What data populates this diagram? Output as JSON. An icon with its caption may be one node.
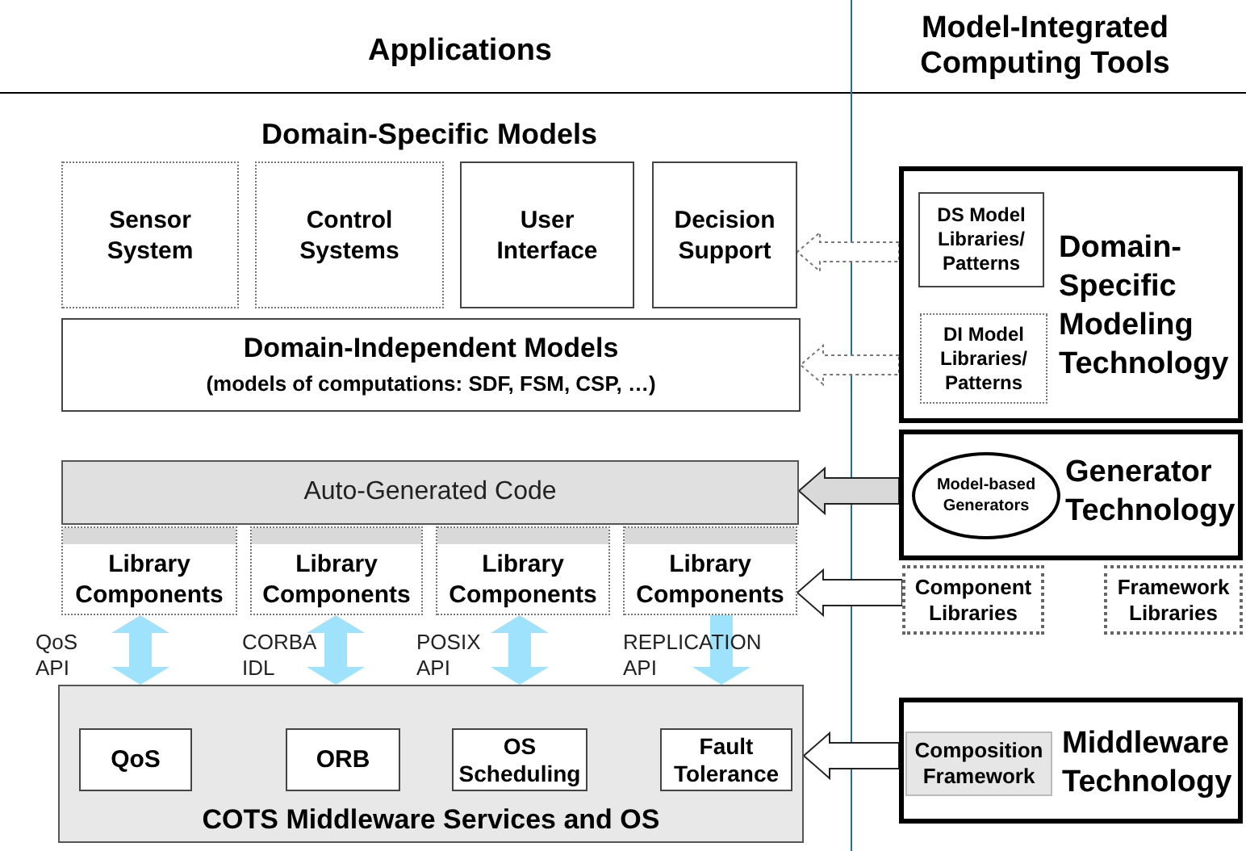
{
  "diagram": {
    "nodes": [
      {
        "text": [
          "Sensor System"
        ]
      },
      {
        "text": [
          "Control Systems"
        ]
      },
      {
        "text": [
          "User Interface"
        ]
      },
      {
        "text": [
          "Decision Support"
        ]
      },
      {
        "text": [
          "Domain-Independent Models",
          "(models of computations: SDF, FSM, CSP, …)"
        ]
      },
      {
        "text": [
          "Auto-Generated Code"
        ]
      },
      {
        "text": [
          "Library Components"
        ]
      },
      {
        "text": [
          "Library Components"
        ]
      },
      {
        "text": [
          "Library Components"
        ]
      },
      {
        "text": [
          "Library Components"
        ]
      },
      {
        "text": [
          "COTS Middleware Services and OS"
        ]
      },
      {
        "text": [
          "QoS"
        ],
        "in": 10
      },
      {
        "text": [
          "ORB"
        ],
        "in": 10
      },
      {
        "text": [
          "OS Scheduling"
        ],
        "in": 10
      },
      {
        "text": [
          "Fault Tolerance"
        ],
        "in": 10
      },
      {
        "text": [
          "Domain-Specific Modeling Technology"
        ]
      },
      {
        "text": [
          "DS Model Libraries/ Patterns"
        ],
        "in": 15
      },
      {
        "text": [
          "DI Model Libraries/ Patterns"
        ],
        "in": 15
      },
      {
        "text": [
          "Generator Technology"
        ]
      },
      {
        "text": [
          "Model-based Generators"
        ],
        "in": 18
      },
      {
        "text": [
          "Component Libraries"
        ]
      },
      {
        "text": [
          "Framework Libraries"
        ]
      },
      {
        "text": [
          "Middleware Technology"
        ]
      },
      {
        "text": [
          "Composition Framework"
        ],
        "in": 22
      }
    ],
    "edges": [
      {
        "from": 15,
        "to": 3,
        "arrow": "to",
        "style": "dashed"
      },
      {
        "from": 15,
        "to": 4,
        "arrow": "to",
        "style": "dashed"
      },
      {
        "from": 18,
        "to": 5,
        "arrow": "to"
      },
      {
        "from": 20,
        "to": 9,
        "arrow": "to"
      },
      {
        "from": 22,
        "to": 10,
        "arrow": "to"
      },
      {
        "from": 6,
        "to": 10,
        "arrow": "both",
        "label": "QoS API",
        "color": "#9ee2fb"
      },
      {
        "from": 7,
        "to": 10,
        "arrow": "both",
        "label": "CORBA IDL",
        "color": "#9ee2fb"
      },
      {
        "from": 8,
        "to": 10,
        "arrow": "both",
        "label": "POSIX API",
        "color": "#9ee2fb"
      },
      {
        "from": 9,
        "to": 10,
        "arrow": "to",
        "label": "REPLICATION API",
        "color": "#9ee2fb"
      }
    ],
    "labels": [
      "Applications",
      "Model-Integrated Computing Tools",
      "Domain-Specific Models"
    ]
  }
}
